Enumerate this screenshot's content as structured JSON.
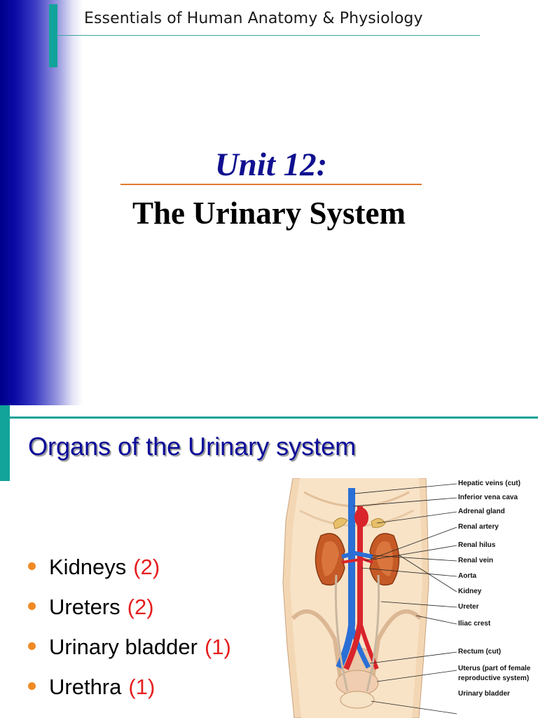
{
  "slide1": {
    "header": "Essentials of Human Anatomy & Physiology",
    "unit_title": "Unit 12:",
    "title": "The Urinary System"
  },
  "slide2": {
    "heading": "Organs of the Urinary system",
    "organs": [
      {
        "name": "Kidneys",
        "count": "(2)"
      },
      {
        "name": "Ureters",
        "count": "(2)"
      },
      {
        "name": "Urinary bladder",
        "count": "(1)"
      },
      {
        "name": "Urethra",
        "count": "(1)"
      }
    ],
    "diagram_labels": [
      "Hepatic veins (cut)",
      "Inferior vena cava",
      "Adrenal gland",
      "Renal artery",
      "Renal hilus",
      "Renal vein",
      "Aorta",
      "Kidney",
      "Ureter",
      "Iliac crest",
      "Rectum (cut)",
      "Uterus (part of female",
      "reproductive system)",
      "Urinary bladder"
    ]
  },
  "colors": {
    "title_blue": "#101090",
    "heading_blue": "#0c0c9a",
    "teal_accent": "#12a39a",
    "orange_rule": "#e07a2e",
    "bullet_orange": "#f08a24",
    "count_red": "#e61e1e"
  }
}
